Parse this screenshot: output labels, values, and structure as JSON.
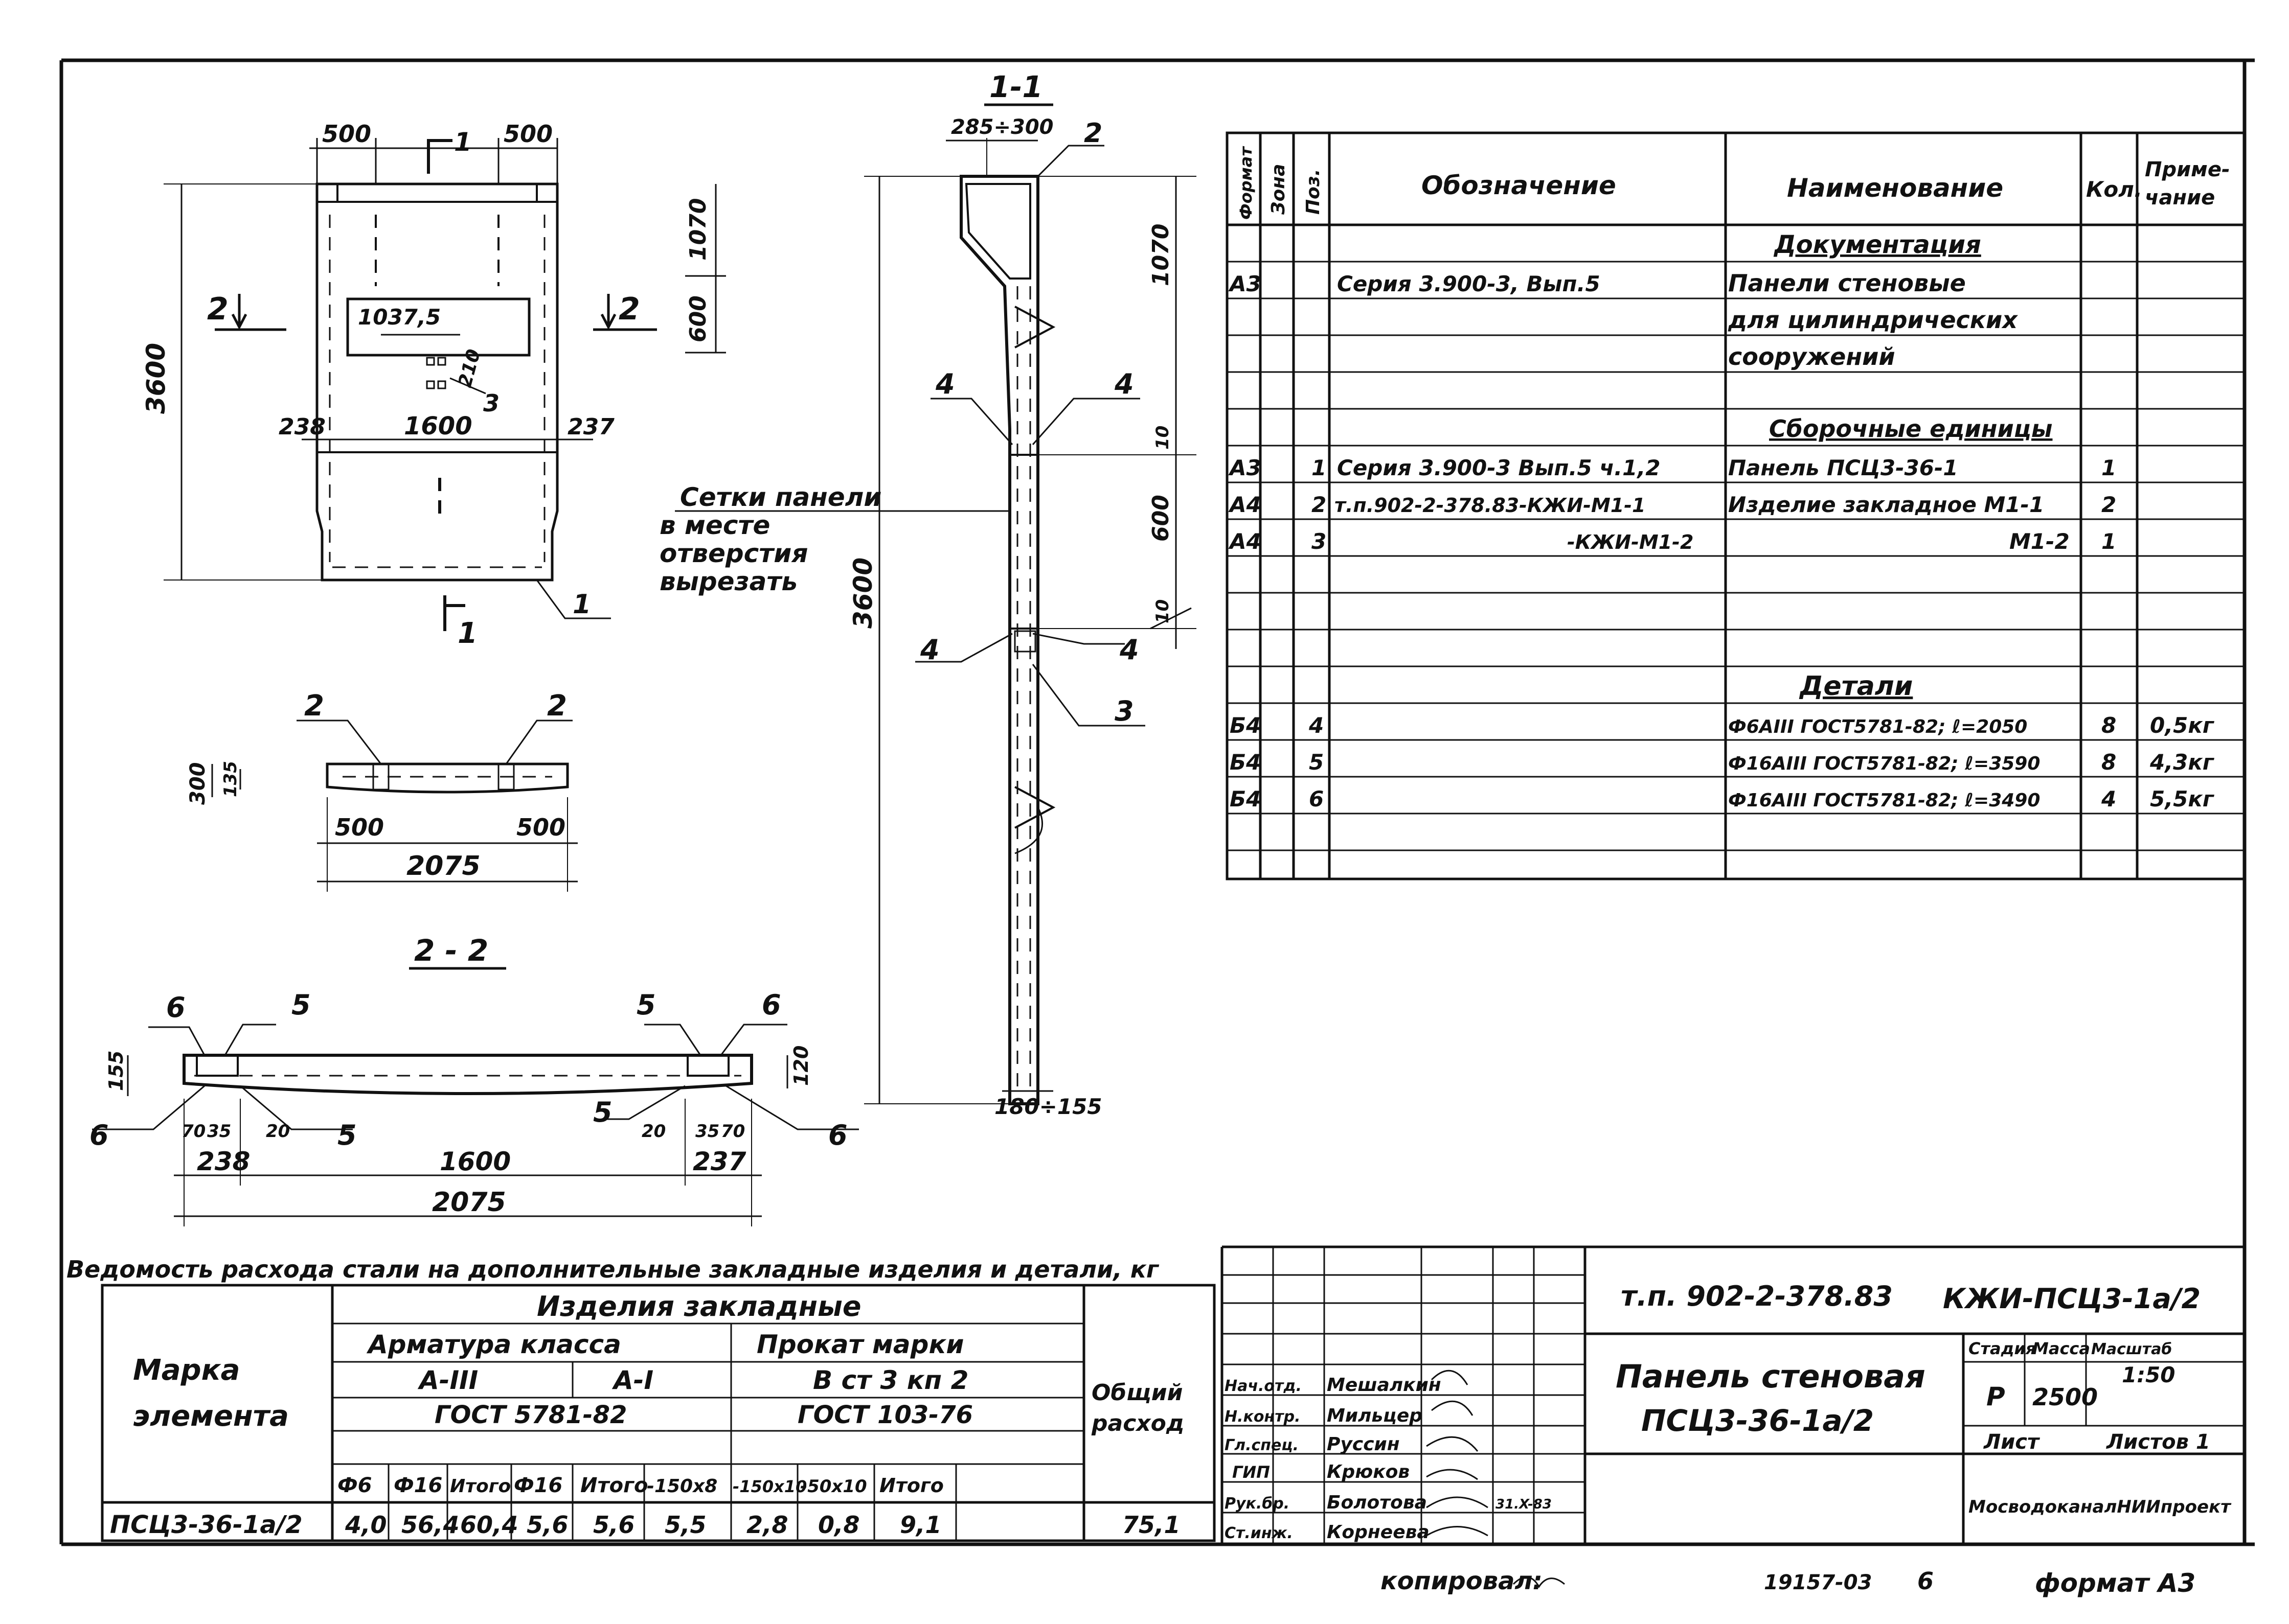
{
  "plan": {
    "dims_top": [
      "500",
      "500"
    ],
    "section_mark_top": "1",
    "section_mark_bottom": "1",
    "section_mark_left": "2",
    "section_mark_right": "2",
    "height": "3600",
    "opening_width": "1037,5",
    "opening_small": "210",
    "pos3": "3",
    "left_offset": "238",
    "width_1600": "1600",
    "right_offset": "237",
    "pos1": "1",
    "dims_right": [
      "1070",
      "600"
    ]
  },
  "top_view": {
    "pos2_left": "2",
    "pos2_right": "2",
    "h300": "300",
    "h135": "135",
    "d500_left": "500",
    "d500_right": "500",
    "total": "2075"
  },
  "section_22": {
    "title": "2 - 2",
    "labels_top": [
      "6",
      "5",
      "5",
      "6"
    ],
    "labels_bottom": [
      "6",
      "5",
      "5",
      "6"
    ],
    "h155": "155",
    "h120": "120",
    "small_left": [
      "70",
      "35",
      "20"
    ],
    "small_right": [
      "20",
      "35",
      "70"
    ],
    "d238": "238",
    "d1600": "1600",
    "d237": "237",
    "total": "2075"
  },
  "section_11": {
    "title": "1-1",
    "top_dim": "285÷300",
    "pos2": "2",
    "dim_1070": "1070",
    "dim_10a": "10",
    "dim_600": "600",
    "dim_10b": "10",
    "height": "3600",
    "pos4": [
      "4",
      "4",
      "4",
      "4"
    ],
    "pos3": "3",
    "bottom_dim": "180÷155",
    "note": [
      "Сетки панели",
      "в месте",
      "отверстия",
      "вырезать"
    ]
  },
  "spec": {
    "headers": [
      "Формат",
      "Зона",
      "Поз.",
      "Обозначение",
      "Наименование",
      "Кол.",
      "Приме-",
      "чание"
    ],
    "section_docs": "Документация",
    "doc_row": {
      "format": "А3",
      "designation": "Серия 3.900-3, Вып.5",
      "name": [
        "Панели стеновые",
        "для цилиндрических",
        "сооружений"
      ]
    },
    "section_assembly": "Сборочные единицы",
    "assembly_rows": [
      {
        "format": "А3",
        "pos": "1",
        "designation": "Серия 3.900-3 Вып.5 ч.1,2",
        "name": "Панель ПСЦ3-36-1",
        "qty": "1",
        "note": ""
      },
      {
        "format": "А4",
        "pos": "2",
        "designation": "т.п.902-2-378.83-КЖИ-М1-1",
        "name": "Изделие закладное М1-1",
        "qty": "2",
        "note": ""
      },
      {
        "format": "А4",
        "pos": "3",
        "designation": "-КЖИ-М1-2",
        "name": "М1-2",
        "qty": "1",
        "note": ""
      }
    ],
    "section_details": "Детали",
    "detail_rows": [
      {
        "format": "Б4",
        "pos": "4",
        "designation": "",
        "name": "Ф6АIII ГОСТ5781-82; ℓ=2050",
        "qty": "8",
        "note": "0,5кг"
      },
      {
        "format": "Б4",
        "pos": "5",
        "designation": "",
        "name": "Ф16АIII ГОСТ5781-82; ℓ=3590",
        "qty": "8",
        "note": "4,3кг"
      },
      {
        "format": "Б4",
        "pos": "6",
        "designation": "",
        "name": "Ф16АIII ГОСТ5781-82; ℓ=3490",
        "qty": "4",
        "note": "5,5кг"
      }
    ]
  },
  "steel": {
    "title": "Ведомость расхода стали на дополнительные закладные изделия и детали, кг",
    "h_marka": [
      "Марка",
      "элемента"
    ],
    "h_group": "Изделия закладные",
    "h_armatura": "Арматура класса",
    "h_a3": "А-III",
    "h_a1": "А-I",
    "h_gost1": "ГОСТ 5781-82",
    "h_prokat": "Прокат марки",
    "h_vst": "В ст 3 кп 2",
    "h_gost2": "ГОСТ 103-76",
    "h_total": [
      "Общий",
      "расход"
    ],
    "sub_headers": [
      "Ф6",
      "Ф16",
      "Итого",
      "Ф16",
      "Итого",
      "-150х8",
      "-150х10",
      "-50х10",
      "Итого"
    ],
    "row": [
      "ПСЦ3-36-1а/2",
      "4,0",
      "56,4",
      "60,4",
      "5,6",
      "5,6",
      "5,5",
      "2,8",
      "0,8",
      "9,1",
      "75,1"
    ]
  },
  "title_block": {
    "code": "т.п. 902-2-378.83",
    "sheet_code": "КЖИ-ПСЦ3-1а/2",
    "name": [
      "Панель стеновая",
      "ПСЦ3-36-1а/2"
    ],
    "stage_h": "Стадия",
    "mass_h": "Масса",
    "scale_h": "Масштаб",
    "stage": "Р",
    "mass": "2500",
    "scale": "1:50",
    "sheet_h": "Лист",
    "sheets_h": "Листов 1",
    "org": "МосводоканалНИИпроект",
    "signers": [
      {
        "role": "Нач.отд.",
        "name": "Мешалкин"
      },
      {
        "role": "Н.контр.",
        "name": "Мильцер"
      },
      {
        "role": "Гл.спец.",
        "name": "Руссин"
      },
      {
        "role": "ГИП",
        "name": "Крюков"
      },
      {
        "role": "Рук.бр.",
        "name": "Болотова"
      },
      {
        "role": "Ст.инж.",
        "name": "Корнеева"
      }
    ],
    "date": "31.X-83"
  },
  "footer": {
    "copied": "копировал:",
    "number": "19157-03",
    "sheet_no": "6",
    "format": "формат А3"
  }
}
